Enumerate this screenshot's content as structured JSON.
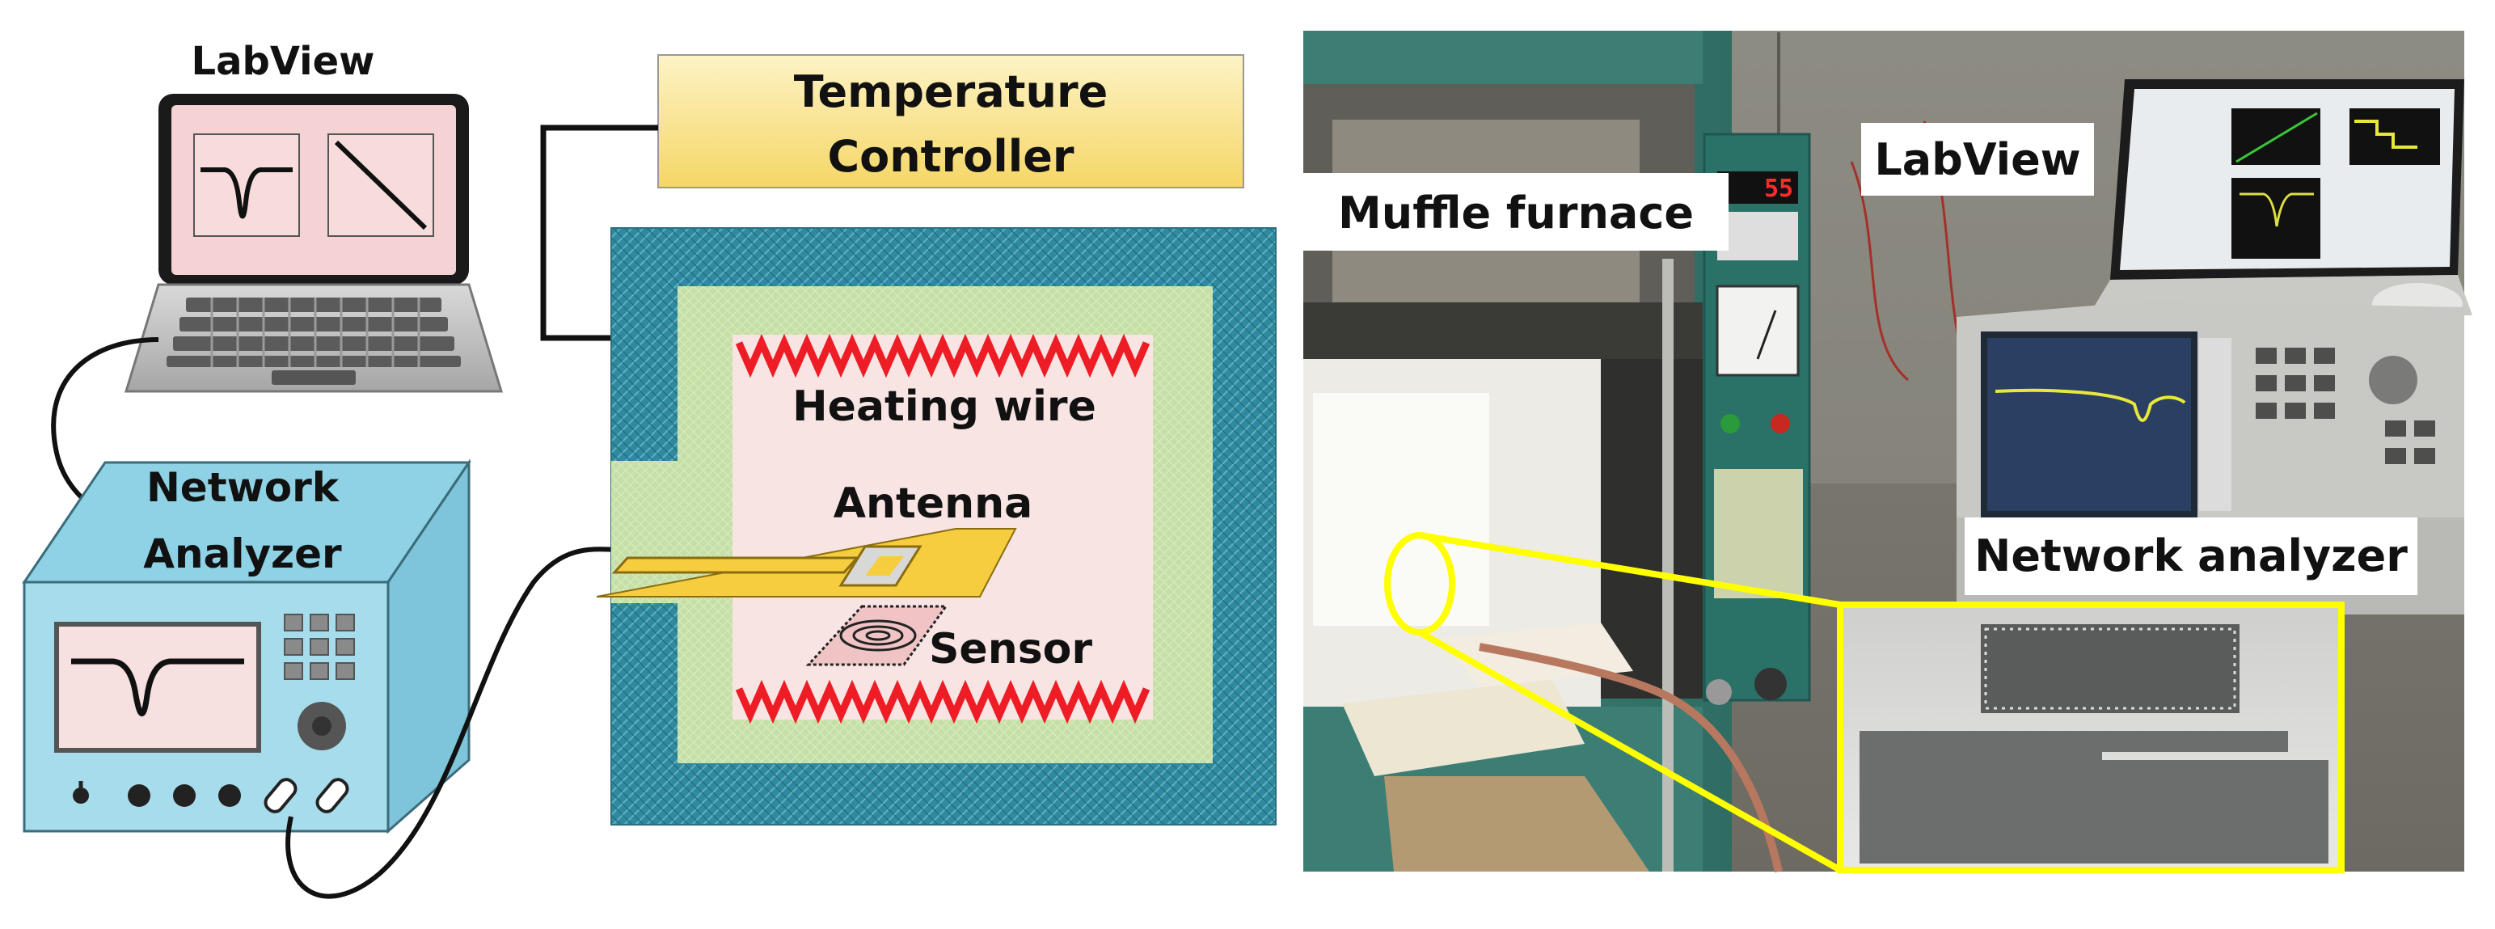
{
  "schematic": {
    "laptop_label": "LabView",
    "controller_label_line1": "Temperature",
    "controller_label_line2": "Controller",
    "analyzer_label_line1": "Network",
    "analyzer_label_line2": "Analyzer",
    "heating_wire_label": "Heating wire",
    "antenna_label": "Antenna",
    "sensor_label": "Sensor"
  },
  "photo": {
    "furnace_label": "Muffle furnace",
    "labview_label": "LabView",
    "analyzer_label": "Network analyzer",
    "display_reading": "55"
  },
  "colors": {
    "controller_fill": "#f7df7d",
    "furnace_wall": "#2f8aa0",
    "insulation": "#c5dfa5",
    "chamber": "#f8e4e3",
    "heating_wire": "#ee1c25",
    "antenna": "#f5cd3e",
    "analyzer_body": "#a7dcec",
    "laptop_screen": "#f5d3d4",
    "highlight": "#ffff00"
  }
}
